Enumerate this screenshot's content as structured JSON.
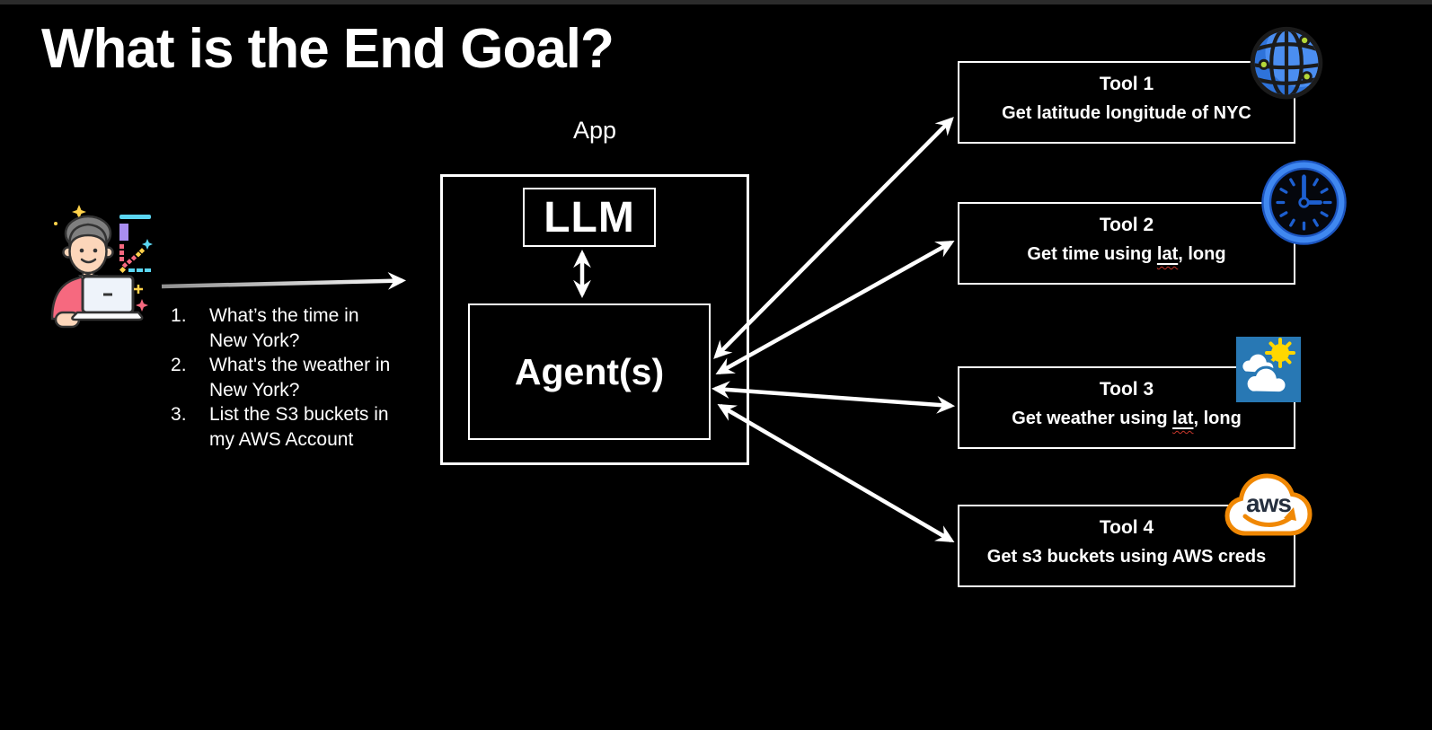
{
  "slide": {
    "title": "What is the End Goal?"
  },
  "user_request": {
    "queries": [
      "What’s the time in New York?",
      "What's the weather in New York?",
      "List the S3 buckets in my AWS Account"
    ]
  },
  "app": {
    "label": "App",
    "llm_label": "LLM",
    "agent_label": "Agent(s)"
  },
  "tools": [
    {
      "title": "Tool 1",
      "line2": {
        "pre": "Get latitude longitude of NYC",
        "marked": "",
        "post": ""
      },
      "icon": "globe-network-icon"
    },
    {
      "title": "Tool 2",
      "line2": {
        "pre": "Get time using ",
        "marked": "lat",
        "post": ", long"
      },
      "icon": "clock-icon"
    },
    {
      "title": "Tool 3",
      "line2": {
        "pre": "Get weather using ",
        "marked": "lat",
        "post": ", long"
      },
      "icon": "weather-sun-clouds-icon"
    },
    {
      "title": "Tool 4",
      "line2": {
        "pre": "Get s3 buckets using AWS creds",
        "marked": "",
        "post": ""
      },
      "icon": "aws-cloud-icon"
    }
  ],
  "icons": {
    "aws_wordmark": "aws"
  },
  "colors": {
    "background": "#000000",
    "text": "#ffffff",
    "box_border": "#ffffff",
    "spellcheck_red": "#c9372c",
    "globe_blue": "#2e73da",
    "globe_node_green": "#b5d838",
    "clock_blue": "#4088f0",
    "weather_blue": "#2878b4",
    "sun_yellow": "#ffd700",
    "aws_orange": "#f08804",
    "aws_text": "#252f3e",
    "shirt_pink": "#f6697f",
    "accent_cyan": "#5bd6f2",
    "accent_purple": "#a98df0",
    "accent_yellow": "#ffd24a"
  }
}
